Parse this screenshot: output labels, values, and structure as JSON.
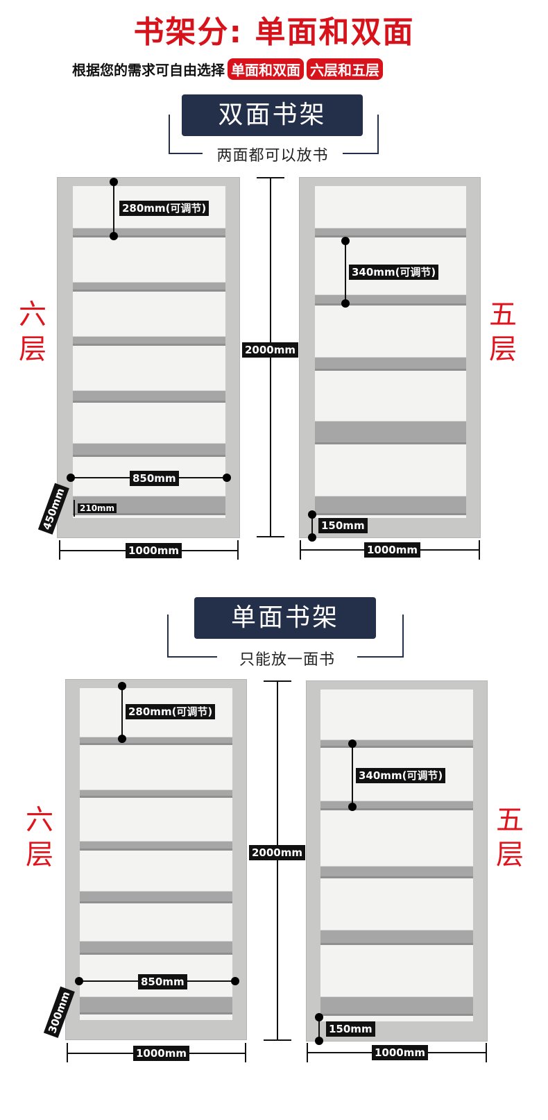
{
  "header": {
    "title": "书架分: 单面和双面",
    "subtitle": "根据您的需求可自由选择",
    "highlight1": "单面和双面",
    "highlight2": "六层和五层"
  },
  "double_section": {
    "title": "双面书架",
    "subtitle": "两面都可以放书",
    "left_floors": [
      "六",
      "层"
    ],
    "right_floors": [
      "五",
      "层"
    ],
    "six_gap": "280mm(可调节)",
    "five_gap": "340mm(可调节)",
    "height": "2000mm",
    "inner_width": "850mm",
    "bottom_clear_six": "210mm",
    "depth": "450mm",
    "bottom_clear_five": "150mm",
    "width_left": "1000mm",
    "width_right": "1000mm"
  },
  "single_section": {
    "title": "单面书架",
    "subtitle": "只能放一面书",
    "left_floors": [
      "六",
      "层"
    ],
    "right_floors": [
      "五",
      "层"
    ],
    "six_gap": "280mm(可调节)",
    "five_gap": "340mm(可调节)",
    "height": "2000mm",
    "inner_width": "850mm",
    "depth": "300mm",
    "bottom_clear_five": "150mm",
    "width_left": "1000mm",
    "width_right": "1000mm"
  }
}
